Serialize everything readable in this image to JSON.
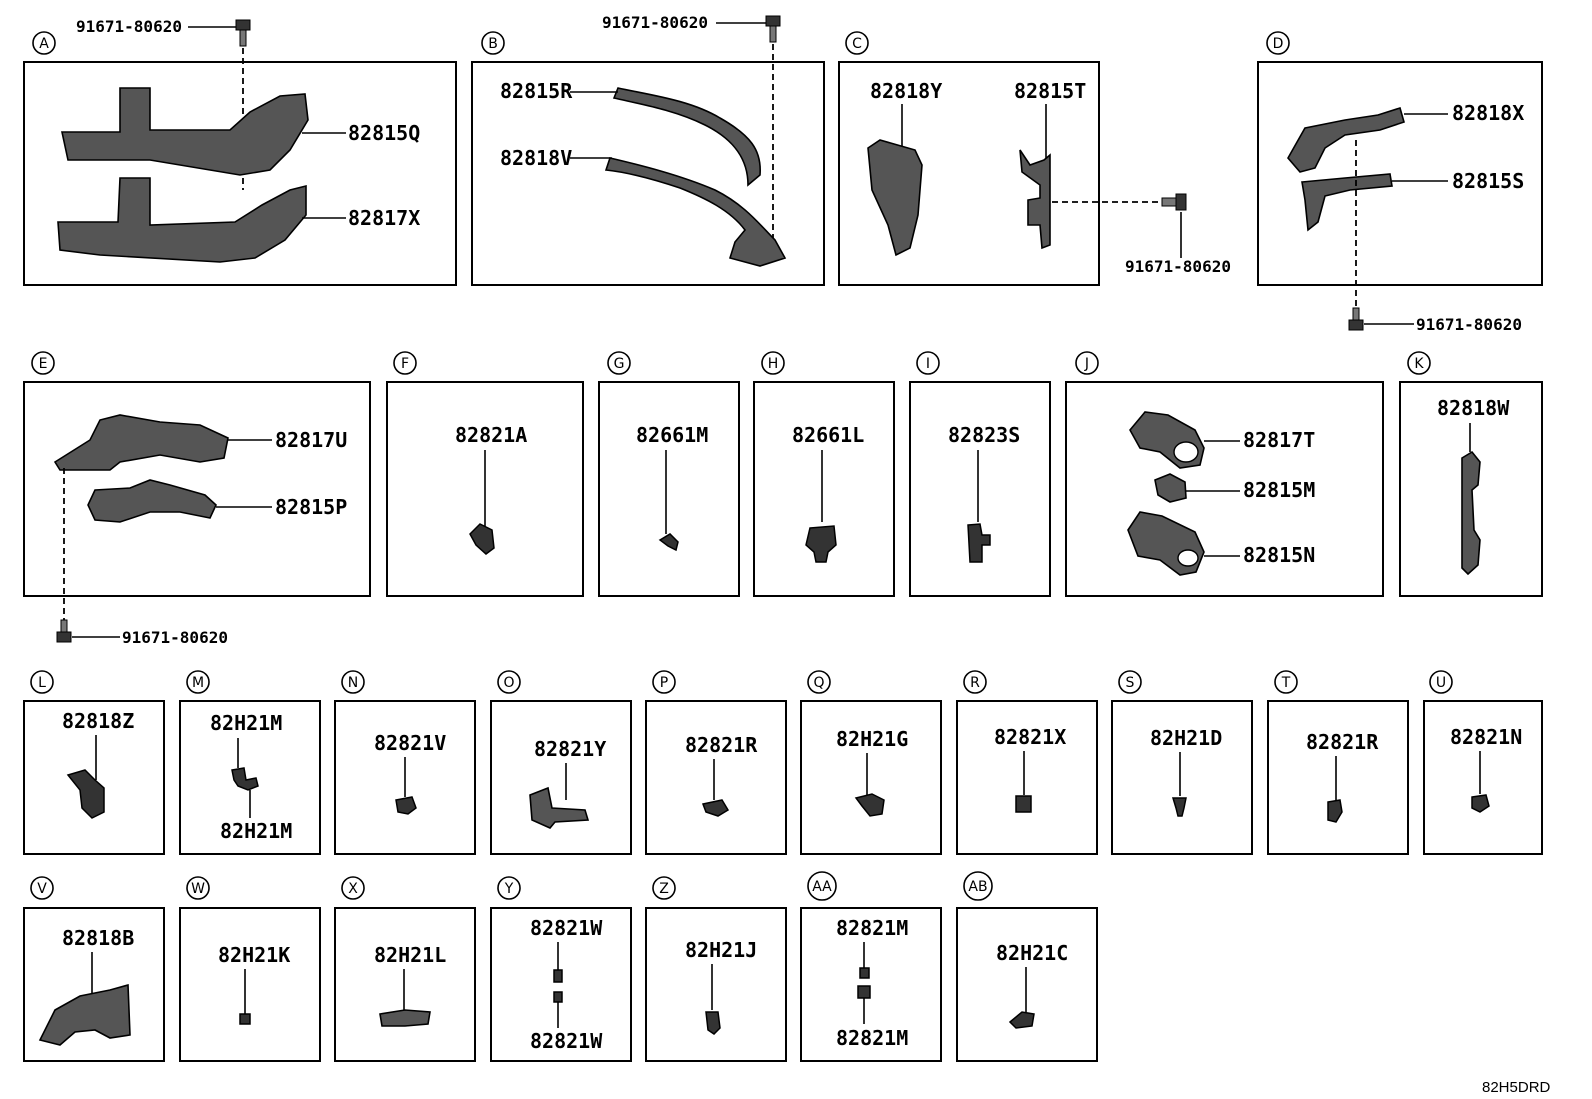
{
  "sections": {
    "A": {
      "letter": "A",
      "bolt": "91671-80620",
      "parts": [
        "82815Q",
        "82817X"
      ]
    },
    "B": {
      "letter": "B",
      "bolt": "91671-80620",
      "parts": [
        "82815R",
        "82818V"
      ]
    },
    "C": {
      "letter": "C",
      "bolt": "91671-80620",
      "parts": [
        "82818Y",
        "82815T"
      ]
    },
    "D": {
      "letter": "D",
      "bolt": "91671-80620",
      "parts": [
        "82818X",
        "82815S"
      ]
    },
    "E": {
      "letter": "E",
      "bolt": "91671-80620",
      "parts": [
        "82817U",
        "82815P"
      ]
    },
    "F": {
      "letter": "F",
      "parts": [
        "82821A"
      ]
    },
    "G": {
      "letter": "G",
      "parts": [
        "82661M"
      ]
    },
    "H": {
      "letter": "H",
      "parts": [
        "82661L"
      ]
    },
    "I": {
      "letter": "I",
      "parts": [
        "82823S"
      ]
    },
    "J": {
      "letter": "J",
      "parts": [
        "82817T",
        "82815M",
        "82815N"
      ]
    },
    "K": {
      "letter": "K",
      "parts": [
        "82818W"
      ]
    },
    "L": {
      "letter": "L",
      "parts": [
        "82818Z"
      ]
    },
    "M": {
      "letter": "M",
      "parts": [
        "82H21M",
        "82H21M"
      ]
    },
    "N": {
      "letter": "N",
      "parts": [
        "82821V"
      ]
    },
    "O": {
      "letter": "O",
      "parts": [
        "82821Y"
      ]
    },
    "P": {
      "letter": "P",
      "parts": [
        "82821R"
      ]
    },
    "Q": {
      "letter": "Q",
      "parts": [
        "82H21G"
      ]
    },
    "R": {
      "letter": "R",
      "parts": [
        "82821X"
      ]
    },
    "S": {
      "letter": "S",
      "parts": [
        "82H21D"
      ]
    },
    "T": {
      "letter": "T",
      "parts": [
        "82821R"
      ]
    },
    "U": {
      "letter": "U",
      "parts": [
        "82821N"
      ]
    },
    "V": {
      "letter": "V",
      "parts": [
        "82818B"
      ]
    },
    "W": {
      "letter": "W",
      "parts": [
        "82H21K"
      ]
    },
    "X": {
      "letter": "X",
      "parts": [
        "82H21L"
      ]
    },
    "Y": {
      "letter": "Y",
      "parts": [
        "82821W",
        "82821W"
      ]
    },
    "Z": {
      "letter": "Z",
      "parts": [
        "82H21J"
      ]
    },
    "AA": {
      "letter": "AA",
      "parts": [
        "82821M",
        "82821M"
      ]
    },
    "AB": {
      "letter": "AB",
      "parts": [
        "82H21C"
      ]
    }
  },
  "diagram_id": "82H5DRD"
}
